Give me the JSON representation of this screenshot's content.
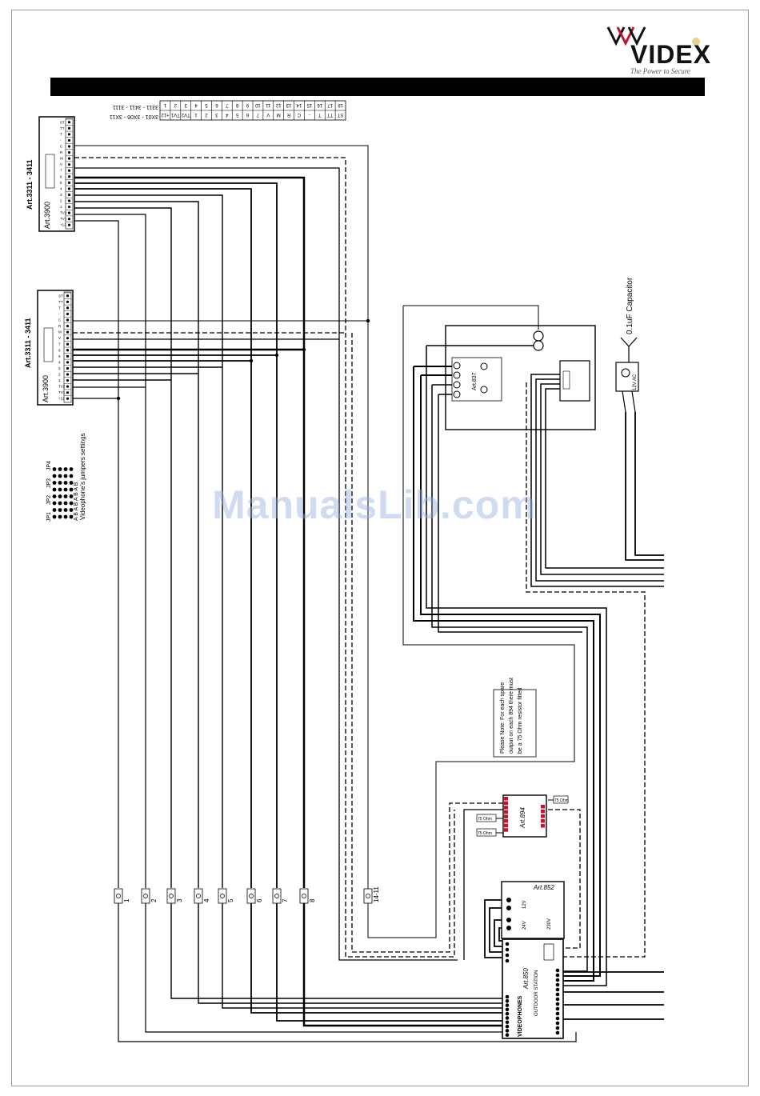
{
  "brand": {
    "name": "VIDEX",
    "tagline": "The Power to Secure",
    "colors": {
      "accent_red": "#c8102e",
      "primary": "#000000",
      "watermark": "#96afe1"
    }
  },
  "watermark": "ManualsLib.com",
  "legend_table": {
    "header_a": "3311 - 3411 - 3111",
    "header_b": "3X01 - 3X06 - 3X11",
    "rows": [
      [
        "1",
        "+12"
      ],
      [
        "2",
        "TV1"
      ],
      [
        "3",
        "TV2"
      ],
      [
        "4",
        "1"
      ],
      [
        "5",
        "2"
      ],
      [
        "6",
        "3"
      ],
      [
        "7",
        "4"
      ],
      [
        "8",
        "5"
      ],
      [
        "9",
        "6"
      ],
      [
        "10",
        "7"
      ],
      [
        "11",
        "V"
      ],
      [
        "12",
        "M"
      ],
      [
        "13",
        "R"
      ],
      [
        "14",
        "C"
      ],
      [
        "15",
        "-"
      ],
      [
        "16",
        "T"
      ],
      [
        "17",
        "TT"
      ],
      [
        "18",
        "ST"
      ]
    ]
  },
  "monitors": [
    {
      "model": "Art.3311 - 3411",
      "sub": "Art.3900",
      "terminals": [
        "ST",
        "TT",
        "T",
        "-",
        "C",
        "R",
        "M",
        "V",
        "7",
        "6",
        "5",
        "4",
        "3",
        "2",
        "1",
        "TV2",
        "TV1",
        "+12"
      ]
    },
    {
      "model": "Art.3311 - 3411",
      "sub": "Art.3900",
      "terminals": [
        "ST",
        "TT",
        "T",
        "-",
        "C",
        "R",
        "M",
        "V",
        "7",
        "6",
        "5",
        "4",
        "3",
        "2",
        "1",
        "TV2",
        "TV1",
        "+12"
      ]
    }
  ],
  "jumpers": {
    "title": "Videophone's jumpers settings",
    "labels": [
      "JP1",
      "JP2",
      "JP3",
      "JP4"
    ],
    "ab": "A B A B A B A B"
  },
  "junctions": [
    "1",
    "2",
    "3",
    "4",
    "5",
    "6",
    "7",
    "8",
    "14-11"
  ],
  "capacitor": {
    "label": "0.1uF Capacitor",
    "lock_label": "12V AC"
  },
  "art837": {
    "label": "Art.837"
  },
  "note": "Please Note: For each spare output on each 894 there must be a 75 Ohm resistor fitted",
  "art894": {
    "label": "Art.894",
    "resistors": [
      "75 Ohm",
      "75 Ohm",
      "75 Ohm"
    ]
  },
  "art852": {
    "label": "Art.852",
    "v1": "12V",
    "v2": "24V",
    "mains": "230V"
  },
  "art850": {
    "label": "Art.850",
    "outdoor": "OUTDOOR STATION",
    "videophones": "VIDEOPHONES"
  }
}
